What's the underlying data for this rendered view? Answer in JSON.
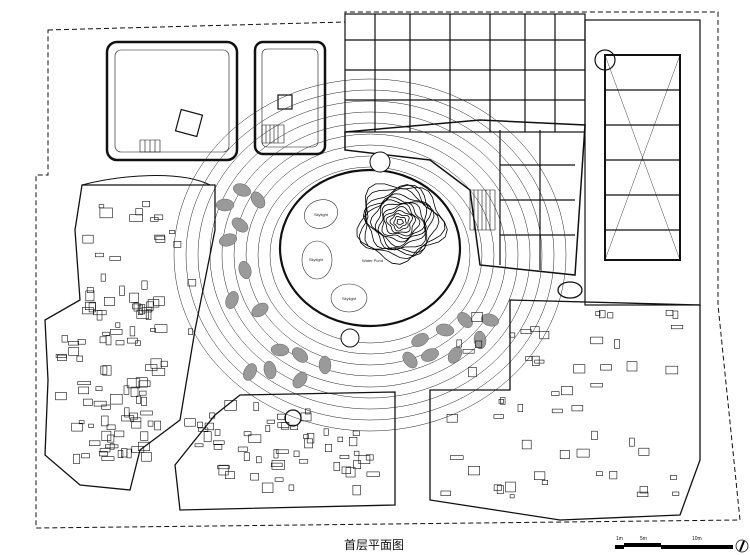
{
  "caption": "首层平面图",
  "plan": {
    "labels": {
      "skylight_1": "Skylight",
      "skylight_2": "Skylight",
      "skylight_3": "Skylight",
      "water_pond": "Water Pond"
    },
    "scale_bar": {
      "tick_1": "1m",
      "tick_5": "5m",
      "tick_10": "10m"
    },
    "north_arrow": "north-arrow-icon"
  },
  "colors": {
    "line": "#111111",
    "pebble": "#9a9a9a",
    "background": "#ffffff"
  }
}
